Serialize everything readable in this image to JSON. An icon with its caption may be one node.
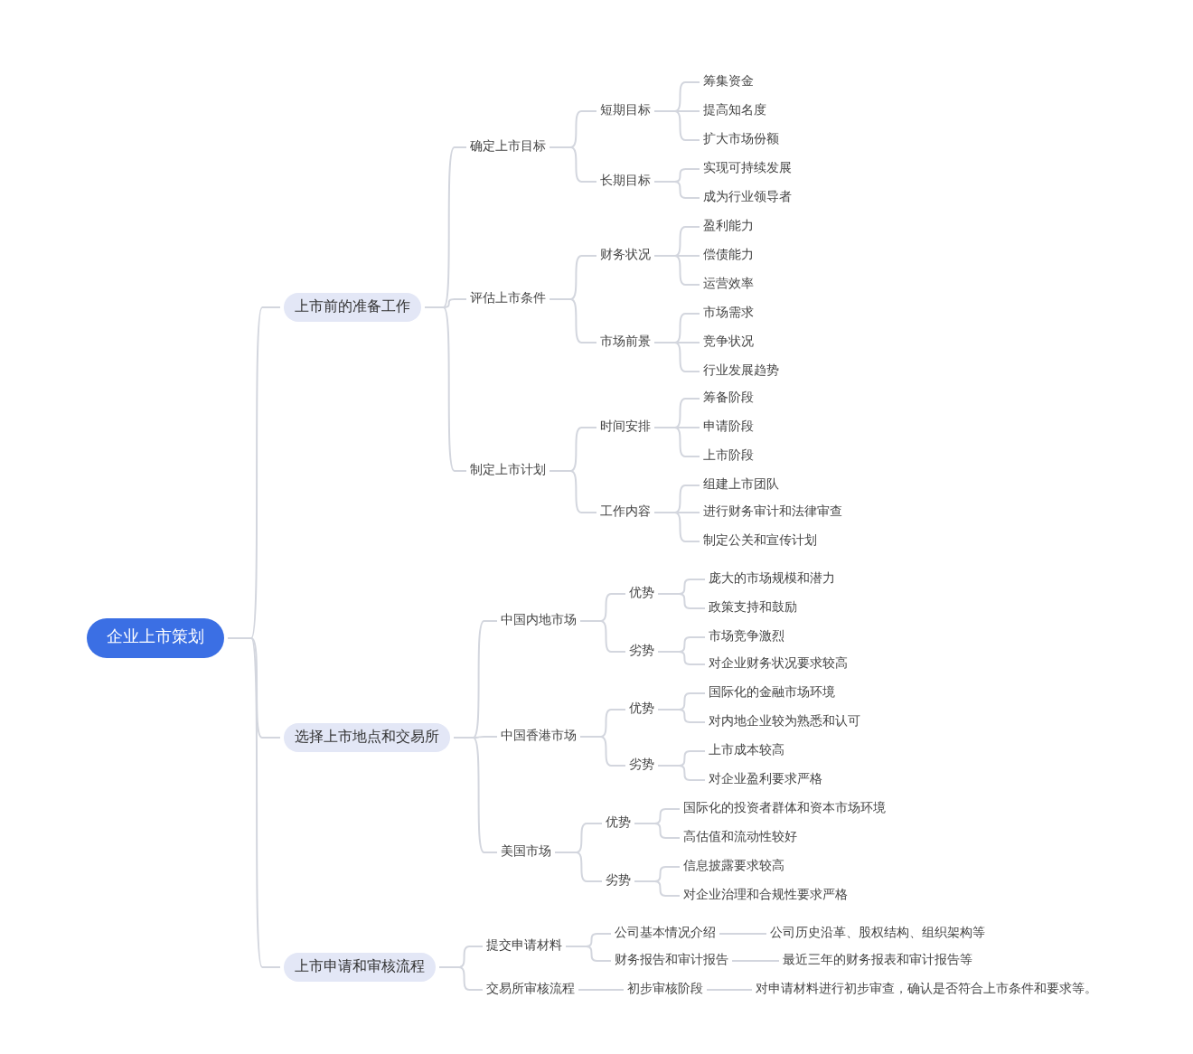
{
  "diagram": {
    "nodes": [
      {
        "text": [
          "企业上市策划"
        ]
      },
      {
        "text": [
          "上市前的准备工作"
        ]
      },
      {
        "text": [
          "确定上市目标"
        ]
      },
      {
        "text": [
          "短期目标"
        ]
      },
      {
        "text": [
          "筹集资金"
        ]
      },
      {
        "text": [
          "提高知名度"
        ]
      },
      {
        "text": [
          "扩大市场份额"
        ]
      },
      {
        "text": [
          "长期目标"
        ]
      },
      {
        "text": [
          "实现可持续发展"
        ]
      },
      {
        "text": [
          "成为行业领导者"
        ]
      },
      {
        "text": [
          "评估上市条件"
        ]
      },
      {
        "text": [
          "财务状况"
        ]
      },
      {
        "text": [
          "盈利能力"
        ]
      },
      {
        "text": [
          "偿债能力"
        ]
      },
      {
        "text": [
          "运营效率"
        ]
      },
      {
        "text": [
          "市场前景"
        ]
      },
      {
        "text": [
          "市场需求"
        ]
      },
      {
        "text": [
          "竞争状况"
        ]
      },
      {
        "text": [
          "行业发展趋势"
        ]
      },
      {
        "text": [
          "制定上市计划"
        ]
      },
      {
        "text": [
          "时间安排"
        ]
      },
      {
        "text": [
          "筹备阶段"
        ]
      },
      {
        "text": [
          "申请阶段"
        ]
      },
      {
        "text": [
          "上市阶段"
        ]
      },
      {
        "text": [
          "工作内容"
        ]
      },
      {
        "text": [
          "组建上市团队"
        ]
      },
      {
        "text": [
          "进行财务审计和法律审查"
        ]
      },
      {
        "text": [
          "制定公关和宣传计划"
        ]
      },
      {
        "text": [
          "选择上市地点和交易所"
        ]
      },
      {
        "text": [
          "中国内地市场"
        ]
      },
      {
        "text": [
          "优势"
        ]
      },
      {
        "text": [
          "庞大的市场规模和潜力"
        ]
      },
      {
        "text": [
          "政策支持和鼓励"
        ]
      },
      {
        "text": [
          "劣势"
        ]
      },
      {
        "text": [
          "市场竞争激烈"
        ]
      },
      {
        "text": [
          "对企业财务状况要求较高"
        ]
      },
      {
        "text": [
          "中国香港市场"
        ]
      },
      {
        "text": [
          "优势"
        ]
      },
      {
        "text": [
          "国际化的金融市场环境"
        ]
      },
      {
        "text": [
          "对内地企业较为熟悉和认可"
        ]
      },
      {
        "text": [
          "劣势"
        ]
      },
      {
        "text": [
          "上市成本较高"
        ]
      },
      {
        "text": [
          "对企业盈利要求严格"
        ]
      },
      {
        "text": [
          "美国市场"
        ]
      },
      {
        "text": [
          "优势"
        ]
      },
      {
        "text": [
          "国际化的投资者群体和资本市场环境"
        ]
      },
      {
        "text": [
          "高估值和流动性较好"
        ]
      },
      {
        "text": [
          "劣势"
        ]
      },
      {
        "text": [
          "信息披露要求较高"
        ]
      },
      {
        "text": [
          "对企业治理和合规性要求严格"
        ]
      },
      {
        "text": [
          "上市申请和审核流程"
        ]
      },
      {
        "text": [
          "提交申请材料"
        ]
      },
      {
        "text": [
          "公司基本情况介绍"
        ]
      },
      {
        "text": [
          "公司历史沿革、股权结构、组织架构等"
        ]
      },
      {
        "text": [
          "财务报告和审计报告"
        ]
      },
      {
        "text": [
          "最近三年的财务报表和审计报告等"
        ]
      },
      {
        "text": [
          "交易所审核流程"
        ]
      },
      {
        "text": [
          "初步审核阶段"
        ]
      },
      {
        "text": [
          "对申请材料进行初步审查，确认是否符合上市条件和要求等。"
        ]
      }
    ],
    "edges": [
      {
        "from": 0,
        "to": 1,
        "arrow": "none"
      },
      {
        "from": 1,
        "to": 2,
        "arrow": "none"
      },
      {
        "from": 2,
        "to": 3,
        "arrow": "none"
      },
      {
        "from": 3,
        "to": 4,
        "arrow": "none"
      },
      {
        "from": 3,
        "to": 5,
        "arrow": "none"
      },
      {
        "from": 3,
        "to": 6,
        "arrow": "none"
      },
      {
        "from": 2,
        "to": 7,
        "arrow": "none"
      },
      {
        "from": 7,
        "to": 8,
        "arrow": "none"
      },
      {
        "from": 7,
        "to": 9,
        "arrow": "none"
      },
      {
        "from": 1,
        "to": 10,
        "arrow": "none"
      },
      {
        "from": 10,
        "to": 11,
        "arrow": "none"
      },
      {
        "from": 11,
        "to": 12,
        "arrow": "none"
      },
      {
        "from": 11,
        "to": 13,
        "arrow": "none"
      },
      {
        "from": 11,
        "to": 14,
        "arrow": "none"
      },
      {
        "from": 10,
        "to": 15,
        "arrow": "none"
      },
      {
        "from": 15,
        "to": 16,
        "arrow": "none"
      },
      {
        "from": 15,
        "to": 17,
        "arrow": "none"
      },
      {
        "from": 15,
        "to": 18,
        "arrow": "none"
      },
      {
        "from": 1,
        "to": 19,
        "arrow": "none"
      },
      {
        "from": 19,
        "to": 20,
        "arrow": "none"
      },
      {
        "from": 20,
        "to": 21,
        "arrow": "none"
      },
      {
        "from": 20,
        "to": 22,
        "arrow": "none"
      },
      {
        "from": 20,
        "to": 23,
        "arrow": "none"
      },
      {
        "from": 19,
        "to": 24,
        "arrow": "none"
      },
      {
        "from": 24,
        "to": 25,
        "arrow": "none"
      },
      {
        "from": 24,
        "to": 26,
        "arrow": "none"
      },
      {
        "from": 24,
        "to": 27,
        "arrow": "none"
      },
      {
        "from": 0,
        "to": 28,
        "arrow": "none"
      },
      {
        "from": 28,
        "to": 29,
        "arrow": "none"
      },
      {
        "from": 29,
        "to": 30,
        "arrow": "none"
      },
      {
        "from": 30,
        "to": 31,
        "arrow": "none"
      },
      {
        "from": 30,
        "to": 32,
        "arrow": "none"
      },
      {
        "from": 29,
        "to": 33,
        "arrow": "none"
      },
      {
        "from": 33,
        "to": 34,
        "arrow": "none"
      },
      {
        "from": 33,
        "to": 35,
        "arrow": "none"
      },
      {
        "from": 28,
        "to": 36,
        "arrow": "none"
      },
      {
        "from": 36,
        "to": 37,
        "arrow": "none"
      },
      {
        "from": 37,
        "to": 38,
        "arrow": "none"
      },
      {
        "from": 37,
        "to": 39,
        "arrow": "none"
      },
      {
        "from": 36,
        "to": 40,
        "arrow": "none"
      },
      {
        "from": 40,
        "to": 41,
        "arrow": "none"
      },
      {
        "from": 40,
        "to": 42,
        "arrow": "none"
      },
      {
        "from": 28,
        "to": 43,
        "arrow": "none"
      },
      {
        "from": 43,
        "to": 44,
        "arrow": "none"
      },
      {
        "from": 44,
        "to": 45,
        "arrow": "none"
      },
      {
        "from": 44,
        "to": 46,
        "arrow": "none"
      },
      {
        "from": 43,
        "to": 47,
        "arrow": "none"
      },
      {
        "from": 47,
        "to": 48,
        "arrow": "none"
      },
      {
        "from": 47,
        "to": 49,
        "arrow": "none"
      },
      {
        "from": 0,
        "to": 50,
        "arrow": "none"
      },
      {
        "from": 50,
        "to": 51,
        "arrow": "none"
      },
      {
        "from": 51,
        "to": 52,
        "arrow": "none"
      },
      {
        "from": 52,
        "to": 53,
        "arrow": "none"
      },
      {
        "from": 51,
        "to": 54,
        "arrow": "none"
      },
      {
        "from": 54,
        "to": 55,
        "arrow": "none"
      },
      {
        "from": 50,
        "to": 56,
        "arrow": "none"
      },
      {
        "from": 56,
        "to": 57,
        "arrow": "none"
      },
      {
        "from": 57,
        "to": 58,
        "arrow": "none"
      }
    ]
  }
}
